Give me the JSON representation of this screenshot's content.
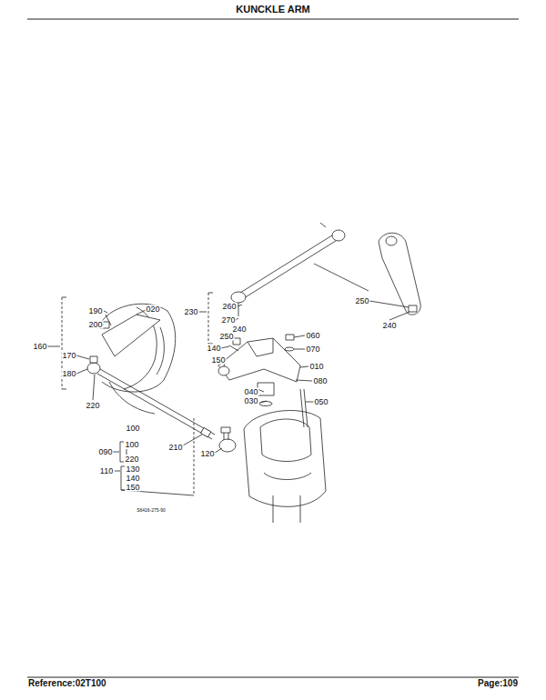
{
  "diagram": {
    "title": "KUNCKLE ARM",
    "labels": [
      "190",
      "200",
      "020",
      "160",
      "170",
      "180",
      "220",
      "100",
      "210",
      "090",
      "100",
      "220",
      "110",
      "120",
      "130",
      "140",
      "150",
      "230",
      "260",
      "270",
      "240",
      "250",
      "140",
      "150",
      "060",
      "070",
      "010",
      "080",
      "040",
      "030",
      "050",
      "250",
      "240",
      "S6416-275-90",
      "Reference:02T100",
      "Page:109"
    ]
  }
}
